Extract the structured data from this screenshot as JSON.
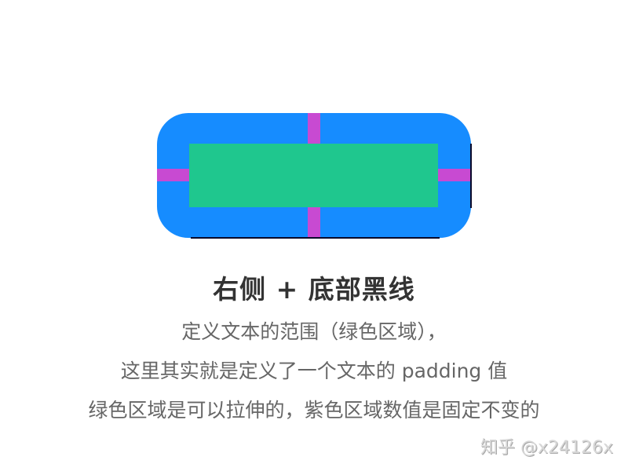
{
  "diagram": {
    "colors": {
      "background": "#ffffff",
      "outer": "#168cff",
      "content": "#1fc78e",
      "padding_marker": "#c84ad2",
      "edge_line": "#0a0a2a"
    },
    "regions": {
      "outer": "blue rounded box",
      "content": "green area (text range)",
      "padding_markers": "purple bars (fixed padding values)",
      "lines": [
        "right black line",
        "bottom black line"
      ]
    }
  },
  "text": {
    "title": "右侧 + 底部黑线",
    "line1": "定义文本的范围（绿色区域），",
    "line2": "这里其实就是定义了一个文本的 padding 值",
    "line3": "绿色区域是可以拉伸的，紫色区域数值是固定不变的"
  },
  "watermark": "知乎 @x24126x"
}
